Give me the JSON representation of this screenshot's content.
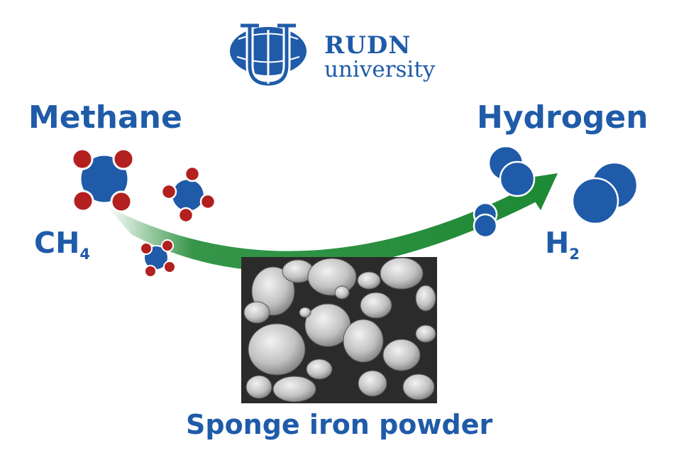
{
  "logo": {
    "name": "RUDN",
    "subtitle": "university",
    "emblem": "rudn-emblem"
  },
  "labels": {
    "reactant": "Methane",
    "reactant_formula_main": "CH",
    "reactant_formula_sub": "4",
    "product": "Hydrogen",
    "product_formula_main": "H",
    "product_formula_sub": "2",
    "catalyst": "Sponge iron powder"
  },
  "colors": {
    "text": "#1f5ba8",
    "carbon": "#1f5ba8",
    "hydrogen_atom": "#b2201f",
    "arrow": "#1f8a35",
    "micrograph_bg": "#2b2b2b",
    "particles": "#c9c9c9"
  }
}
